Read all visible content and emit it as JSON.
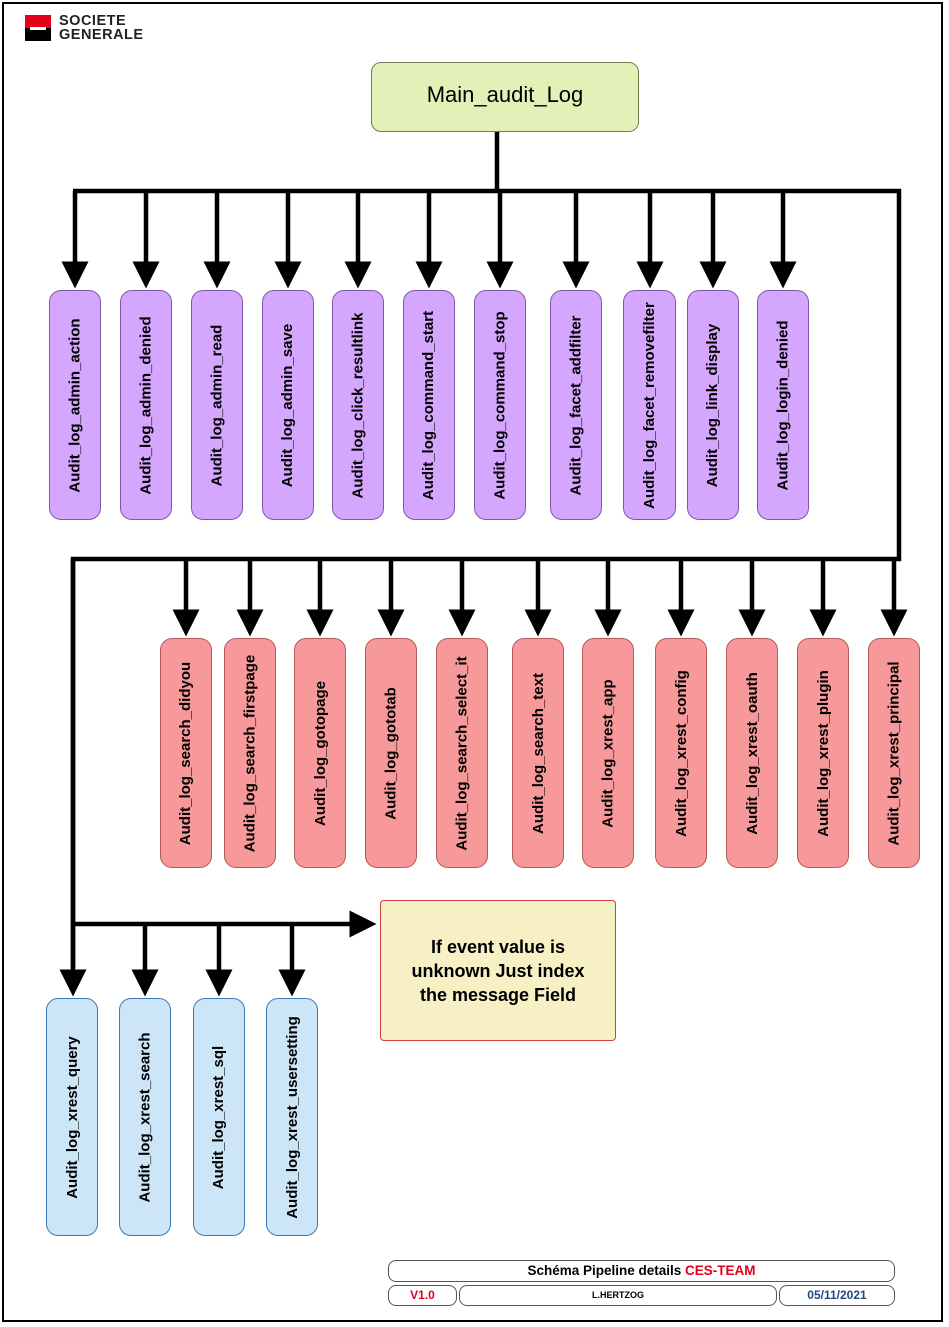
{
  "logo": {
    "line1": "SOCIETE",
    "line2": "GENERALE"
  },
  "main_node": "Main_audit_Log",
  "group1": [
    "Audit_log_admin_action",
    "Audit_log_admin_denied",
    "Audit_log_admin_read",
    "Audit_log_admin_save",
    "Audit_log_click_resultlink",
    "Audit_log_command_start",
    "Audit_log_command_stop",
    "Audit_log_facet_addfilter",
    "Audit_log_facet_removefilter",
    "Audit_log_link_display",
    "Audit_log_login_denied"
  ],
  "group2": [
    "Audit_log_search_didyou",
    "Audit_log_search_firstpage",
    "Audit_log_gotopage",
    "Audit_log_gototab",
    "Audit_log_search_select_it",
    "Audit_log_search_text",
    "Audit_log_xrest_app",
    "Audit_log_xrest_config",
    "Audit_log_xrest_oauth",
    "Audit_log_xrest_plugin",
    "Audit_log_xrest_principal"
  ],
  "group3": [
    "Audit_log_xrest_query",
    "Audit_log_xrest_search",
    "Audit_log_xrest_sql",
    "Audit_log_xrest_usersetting"
  ],
  "note": "If event value is\nunknown Just index\nthe message Field",
  "footer": {
    "title": "Schéma Pipeline details ",
    "title_accent": "CES-TEAM",
    "version": "V1.0",
    "author": "L.HERTZOG",
    "date": "05/11/2021"
  },
  "colors": {
    "group1_fill": "#d5a6fd",
    "group2_fill": "#f7999a",
    "group3_fill": "#cde6f7",
    "main_fill": "#e3f0b7",
    "note_fill": "#f7f0c5",
    "accent": "#e2001a"
  }
}
